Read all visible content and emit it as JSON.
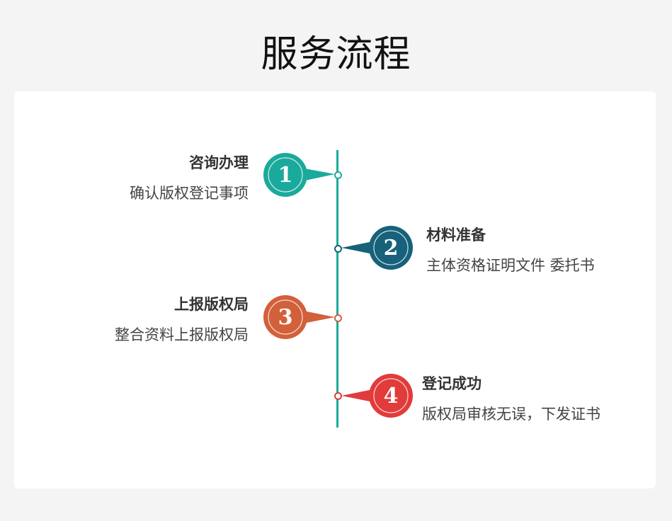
{
  "page": {
    "title": "服务流程"
  },
  "steps": [
    {
      "number": "1",
      "title": "咨询办理",
      "desc": "确认版权登记事项",
      "color": "#1aaa9b"
    },
    {
      "number": "2",
      "title": "材料准备",
      "desc": "主体资格证明文件 委托书",
      "color": "#17617a"
    },
    {
      "number": "3",
      "title": "上报版权局",
      "desc": "整合资料上报版权局",
      "color": "#d2603a"
    },
    {
      "number": "4",
      "title": "登记成功",
      "desc": "版权局审核无误，下发证书",
      "color": "#e23b3b"
    }
  ]
}
